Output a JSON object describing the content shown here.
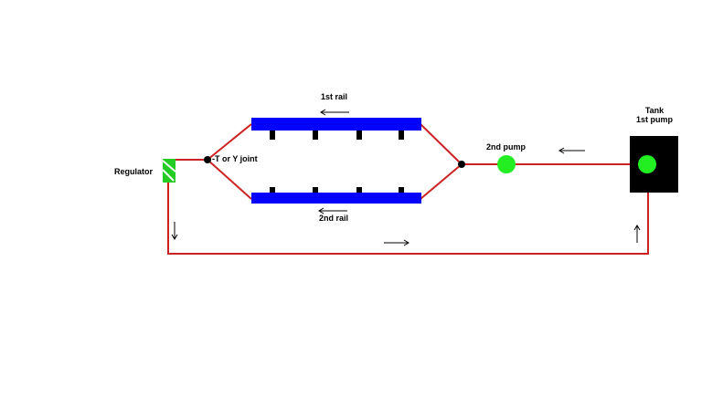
{
  "labels": {
    "rail1": "1st rail",
    "rail2": "2nd rail",
    "pump2": "2nd pump",
    "tank_line1": "Tank",
    "tank_line2": "1st pump",
    "regulator": "Regulator",
    "joint": "-T or Y joint"
  },
  "colors": {
    "rail": "#0000ff",
    "line": "#cc2222",
    "pump": "#22ee22",
    "tank": "#000000",
    "regulator": "#22cc22",
    "injector": "#000000"
  }
}
